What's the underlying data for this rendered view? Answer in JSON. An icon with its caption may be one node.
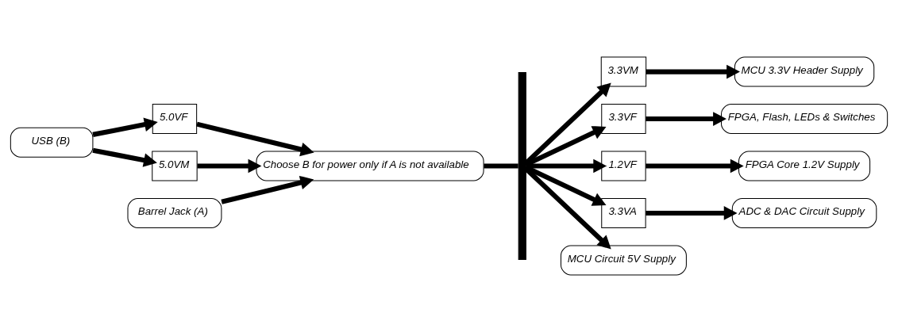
{
  "diagram": {
    "nodes": [
      {
        "text": [
          "USB (B)"
        ]
      },
      {
        "text": [
          "5.0VF"
        ]
      },
      {
        "text": [
          "5.0VM"
        ]
      },
      {
        "text": [
          "Barrel Jack (A)"
        ]
      },
      {
        "text": [
          "Choose B for power only if A is not available"
        ]
      },
      {
        "text": [],
        "shape": "bar"
      },
      {
        "text": [
          "3.3VM"
        ]
      },
      {
        "text": [
          "3.3VF"
        ]
      },
      {
        "text": [
          "1.2VF"
        ]
      },
      {
        "text": [
          "3.3VA"
        ]
      },
      {
        "text": [
          "MCU Circuit 5V Supply"
        ]
      },
      {
        "text": [
          "MCU 3.3V Header Supply"
        ]
      },
      {
        "text": [
          "FPGA, Flash, LEDs & Switches"
        ]
      },
      {
        "text": [
          "FPGA Core 1.2V Supply"
        ]
      },
      {
        "text": [
          "ADC & DAC Circuit Supply"
        ]
      }
    ],
    "edges": [
      {
        "from": 0,
        "to": 1,
        "arrow": "to"
      },
      {
        "from": 0,
        "to": 2,
        "arrow": "to"
      },
      {
        "from": 1,
        "to": 4,
        "arrow": "to"
      },
      {
        "from": 2,
        "to": 4,
        "arrow": "to"
      },
      {
        "from": 3,
        "to": 4,
        "arrow": "to"
      },
      {
        "from": 4,
        "to": 5,
        "arrow": "none"
      },
      {
        "from": 5,
        "to": 10,
        "arrow": "to"
      },
      {
        "from": 5,
        "to": 6,
        "arrow": "to"
      },
      {
        "from": 5,
        "to": 7,
        "arrow": "to"
      },
      {
        "from": 5,
        "to": 8,
        "arrow": "to"
      },
      {
        "from": 5,
        "to": 9,
        "arrow": "to"
      },
      {
        "from": 6,
        "to": 11,
        "arrow": "to"
      },
      {
        "from": 7,
        "to": 12,
        "arrow": "to"
      },
      {
        "from": 8,
        "to": 13,
        "arrow": "to"
      },
      {
        "from": 9,
        "to": 14,
        "arrow": "to"
      }
    ]
  }
}
